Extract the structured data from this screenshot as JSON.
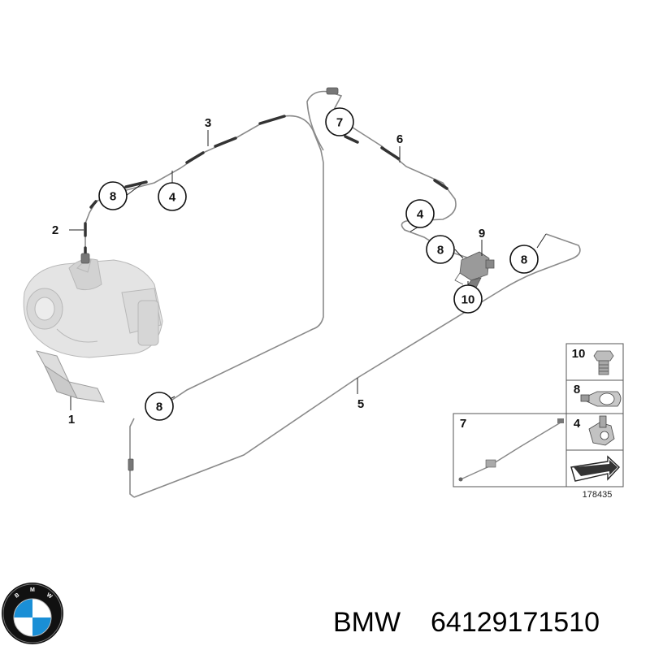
{
  "callouts": {
    "c8a": "8",
    "c4a": "4",
    "c7": "7",
    "c4b": "4",
    "c8b": "8",
    "c8c": "8",
    "c10": "10",
    "c8d": "8"
  },
  "labels": {
    "l1": "1",
    "l2": "2",
    "l3": "3",
    "l5": "5",
    "l6": "6",
    "l9": "9"
  },
  "parts_table": {
    "rows": [
      "10",
      "8",
      "4"
    ],
    "box7": "7"
  },
  "ref_number": "178435",
  "logo": {
    "letters": "BMW",
    "name": "bmw-logo"
  },
  "footer": {
    "brand": "BMW",
    "part_number": "64129171510"
  },
  "colors": {
    "line": "#8a8a8a",
    "dark": "#333333",
    "blue": "#1a8fd6"
  }
}
